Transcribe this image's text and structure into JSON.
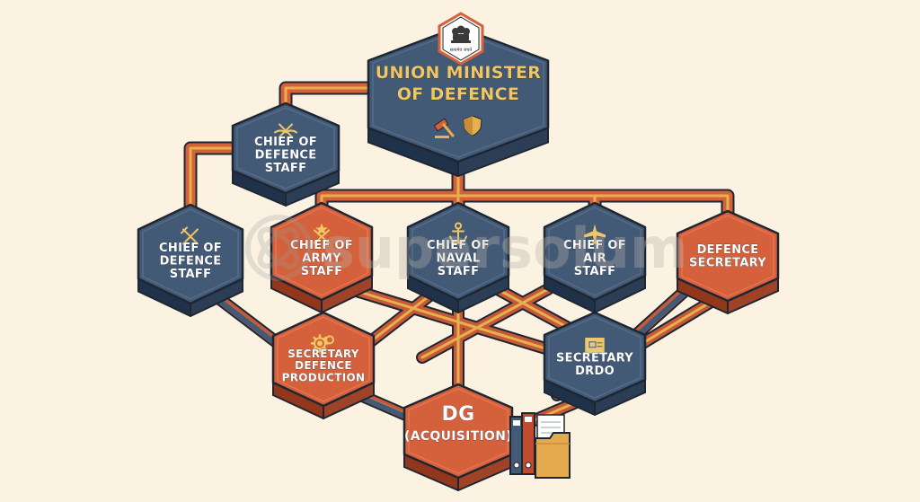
{
  "colors": {
    "background": "#fbf2e2",
    "navy": "#435a77",
    "navy_side": "#2c3e56",
    "orange": "#d4613c",
    "orange_side": "#9e4327",
    "outline": "#1e2632",
    "text_gold": "#f0c766",
    "text_light": "#ffffff",
    "connector_gold": "#e6b04e"
  },
  "emblem": {
    "caption": "सत्यमेव जयते"
  },
  "nodes": {
    "minister": {
      "lines": [
        "UNION MINISTER",
        "OF DEFENCE"
      ],
      "icons": [
        "gavel-icon",
        "shield-icon"
      ]
    },
    "cds_top": {
      "lines": [
        "CHIEF OF",
        "DEFENCE",
        "STAFF"
      ],
      "icons": [
        "swords-wings-icon"
      ]
    },
    "cds_left": {
      "lines": [
        "CHIEF OF",
        "DEFENCE",
        "STAFF"
      ],
      "icons": [
        "crossed-swords-icon"
      ]
    },
    "army": {
      "lines": [
        "CHIEF OF",
        "ARMY",
        "STAFF"
      ],
      "icons": [
        "crossed-swords-star-icon"
      ]
    },
    "navy": {
      "lines": [
        "CHIEF OF",
        "NAVAL",
        "STAFF"
      ],
      "icons": [
        "anchor-icon"
      ]
    },
    "air": {
      "lines": [
        "CHIEF OF",
        "AIR",
        "STAFF"
      ],
      "icons": [
        "aircraft-icon"
      ]
    },
    "defsec": {
      "lines": [
        "DEFENCE",
        "SECRETARY"
      ],
      "icons": []
    },
    "sdp": {
      "lines": [
        "SECRETARY",
        "DEFENCE",
        "PRODUCTION"
      ],
      "icons": [
        "gears-icon"
      ]
    },
    "drdo": {
      "lines": [
        "SECRETARY",
        "DRDO"
      ],
      "icons": [
        "blueprint-icon"
      ]
    },
    "dga": {
      "lines": [
        "DG",
        "(ACQUISITION)"
      ],
      "icons": [
        "binders-folder-icon"
      ]
    }
  },
  "watermark": {
    "text": "supersolum"
  }
}
